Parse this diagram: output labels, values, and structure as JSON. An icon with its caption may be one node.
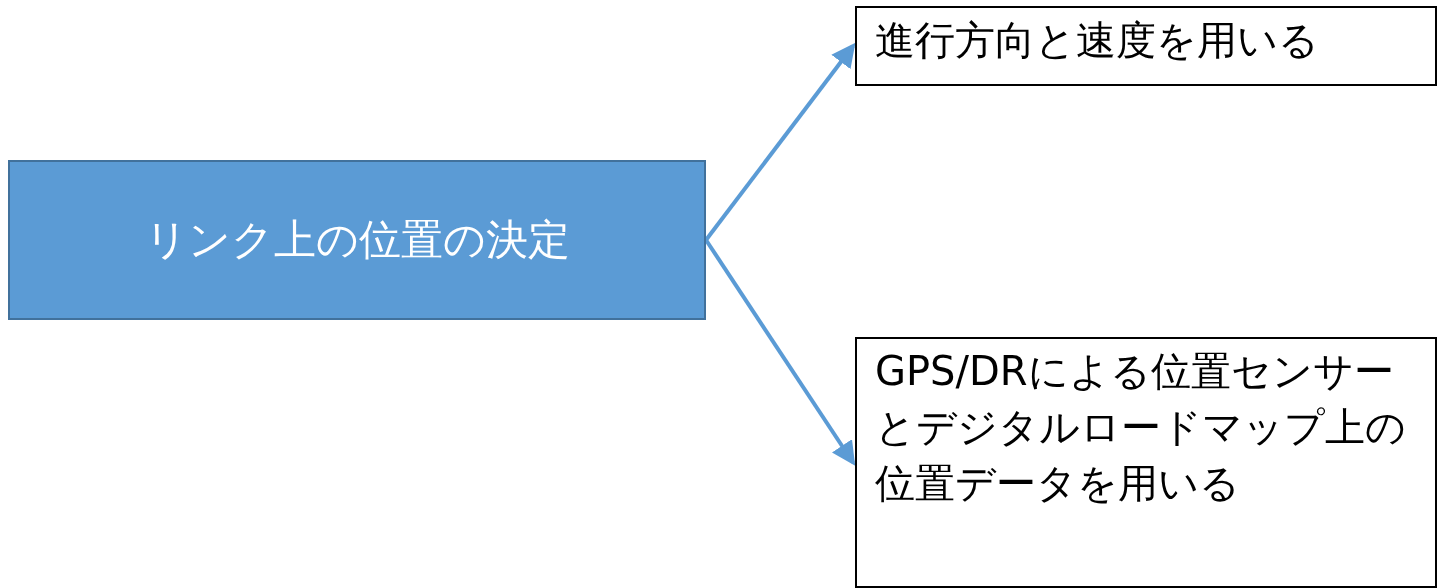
{
  "diagram": {
    "nodes": [
      {
        "text": [
          "リンク上の位置の決定"
        ]
      },
      {
        "text": [
          "進行方向と速度を用いる"
        ]
      },
      {
        "text": [
          "GPS/DRによる位置センサーとデジタルロードマップ上の位置データを用いる"
        ]
      }
    ],
    "edges": [
      {
        "from": 0,
        "to": 1,
        "arrow": "to"
      },
      {
        "from": 0,
        "to": 2,
        "arrow": "to"
      }
    ]
  }
}
